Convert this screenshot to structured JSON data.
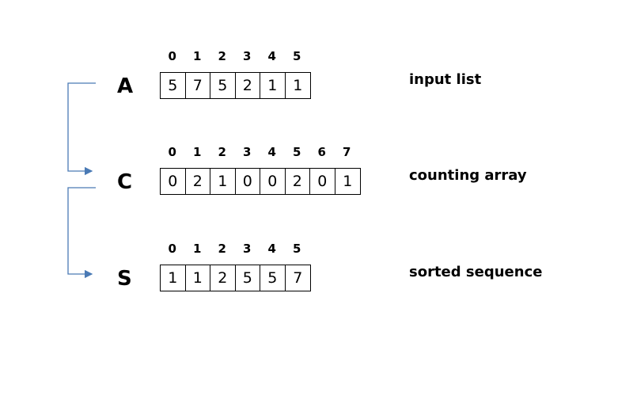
{
  "rows": [
    {
      "id": "A",
      "letter": "A",
      "caption": "input list",
      "indices": [
        "0",
        "1",
        "2",
        "3",
        "4",
        "5"
      ],
      "values": [
        "5",
        "7",
        "5",
        "2",
        "1",
        "1"
      ]
    },
    {
      "id": "C",
      "letter": "C",
      "caption": "counting array",
      "indices": [
        "0",
        "1",
        "2",
        "3",
        "4",
        "5",
        "6",
        "7"
      ],
      "values": [
        "0",
        "2",
        "1",
        "0",
        "0",
        "2",
        "0",
        "1"
      ]
    },
    {
      "id": "S",
      "letter": "S",
      "caption": "sorted sequence",
      "indices": [
        "0",
        "1",
        "2",
        "3",
        "4",
        "5"
      ],
      "values": [
        "1",
        "1",
        "2",
        "5",
        "5",
        "7"
      ]
    }
  ],
  "colors": {
    "arrow": "#4a7ab5",
    "border": "#000000"
  }
}
